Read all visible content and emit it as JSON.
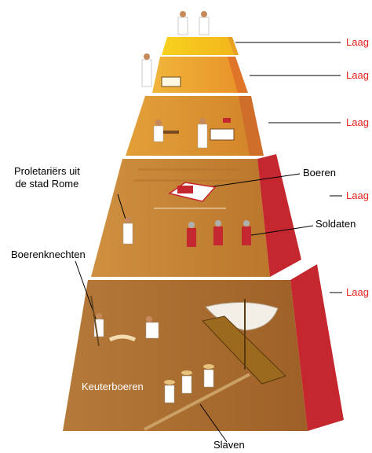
{
  "labels": {
    "proletariers_line1": "Proletariërs uit",
    "proletariers_line2": "de stad Rome",
    "boeren": "Boeren",
    "soldaten": "Soldaten",
    "boerenknechten": "Boerenknechten",
    "keuterboeren": "Keuterboeren",
    "slaven": "Slaven"
  },
  "layers": [
    {
      "label": "Laag"
    },
    {
      "label": "Laag"
    },
    {
      "label": "Laag"
    },
    {
      "label": "Laag"
    },
    {
      "label": "Laag"
    }
  ],
  "colors": {
    "tier1": "#f6c31c",
    "tier2": "#eda22a",
    "tier3": "#d68f2a",
    "tier4": "#c07a2a",
    "tier5": "#a4642a",
    "side": "#c4282e",
    "laag_text": "#e8231d"
  }
}
